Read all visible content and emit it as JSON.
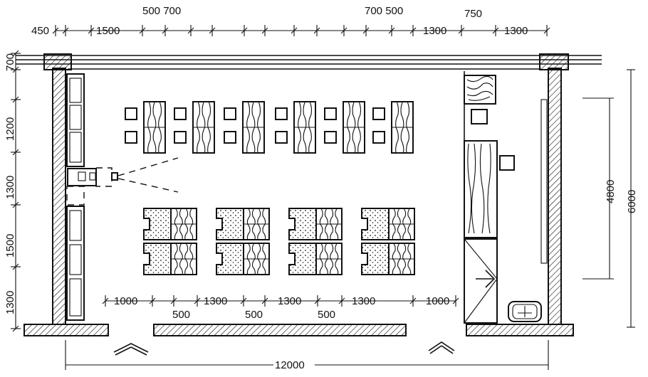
{
  "dimensions": {
    "top_row": [
      "450",
      "1500",
      "500 700",
      "700 500",
      "750",
      "1300",
      "1300"
    ],
    "left_column": [
      "700",
      "1200",
      "1300",
      "1500",
      "1300"
    ],
    "right_column": [
      "4800",
      "6000"
    ],
    "bottom_row": [
      "1000",
      "1300",
      "1300",
      "1300",
      "1000"
    ],
    "bottom_sub": [
      "500",
      "500",
      "500"
    ],
    "overall_width": "12000"
  },
  "icons": [
    "door-arrow-icon",
    "entrance-chevron-icon",
    "wash-basin-icon",
    "projector-icon"
  ]
}
